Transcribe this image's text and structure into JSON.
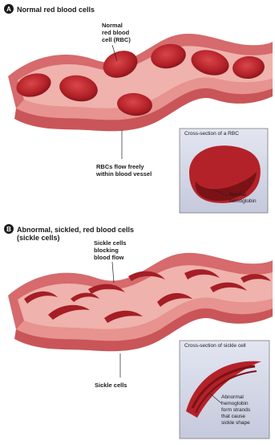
{
  "panel_a": {
    "letter": "A",
    "title": "Normal red blood cells",
    "label_rbc": [
      "Normal",
      "red blood",
      "cell (RBC)"
    ],
    "label_flow": [
      "RBCs flow freely",
      "within blood vessel"
    ],
    "inset_title": "Cross-section of a RBC",
    "inset_label": [
      "Normal",
      "hemoglobin"
    ]
  },
  "panel_b": {
    "letter": "B",
    "title": [
      "Abnormal, sickled, red blood cells",
      "(sickle cells)"
    ],
    "label_block": [
      "Sickle cells",
      "blocking",
      "blood flow"
    ],
    "label_sickle": "Sickle cells",
    "inset_title": "Cross-section of sickle cell",
    "inset_label": [
      "Abnormal",
      "hemoglobin",
      "form strands",
      "that cause",
      "sickle shape"
    ]
  },
  "colors": {
    "vessel_outer": "#d66a6c",
    "vessel_inner": "#efb2ac",
    "vessel_wall": "#e7938f",
    "rbc": "#b42229",
    "rbc_dark": "#8a151b",
    "inset_bg": "#d6d9e8"
  }
}
